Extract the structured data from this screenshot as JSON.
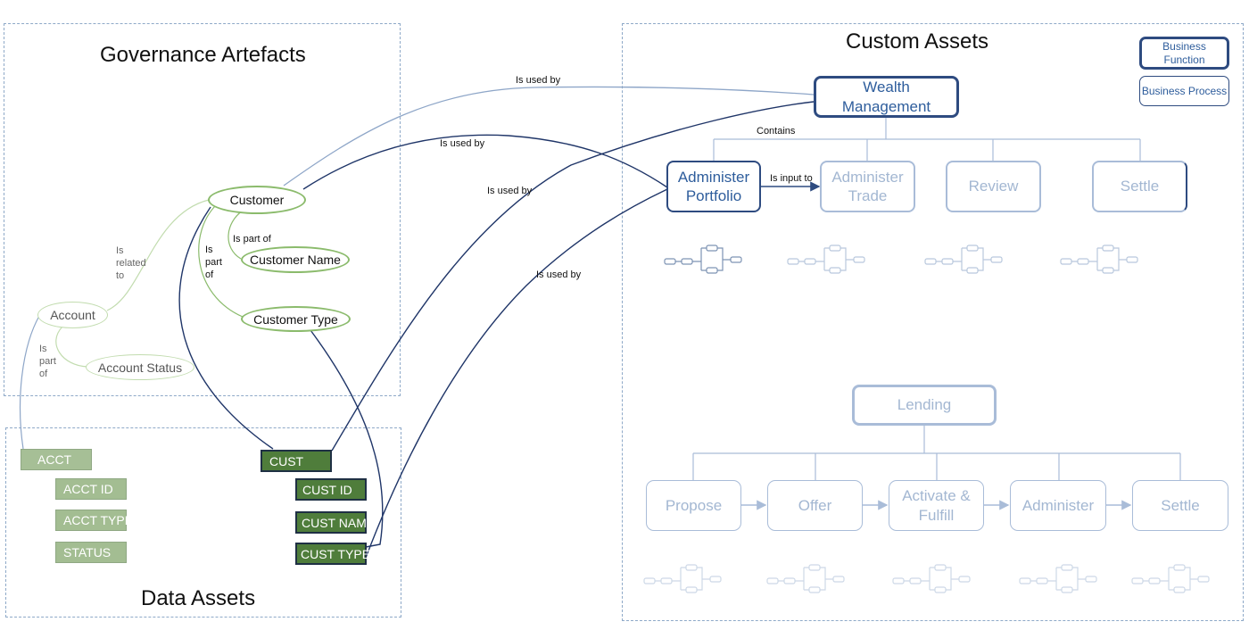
{
  "panels": {
    "governance_title": "Governance Artefacts",
    "data_assets_title": "Data Assets",
    "custom_assets_title": "Custom Assets"
  },
  "legend": {
    "business_function": "Business Function",
    "business_process": "Business Process"
  },
  "governance": {
    "customer": "Customer",
    "customer_name": "Customer Name",
    "customer_type": "Customer Type",
    "account": "Account",
    "account_status": "Account Status"
  },
  "data_assets": {
    "acct": "ACCT",
    "acct_id": "ACCT ID",
    "acct_type": "ACCT TYPE",
    "status": "STATUS",
    "cust": "CUST",
    "cust_id": "CUST ID",
    "cust_name": "CUST NAME",
    "cust_type": "CUST TYPE"
  },
  "custom_assets": {
    "wealth_management": "Wealth Management",
    "administer_portfolio": "Administer Portfolio",
    "administer_trade": "Administer Trade",
    "review": "Review",
    "settle_top": "Settle",
    "lending": "Lending",
    "propose": "Propose",
    "offer": "Offer",
    "activate_fulfill": "Activate & Fulfill",
    "administer": "Administer",
    "settle_bottom": "Settle"
  },
  "relations": {
    "is_used_by_1": "Is used by",
    "is_used_by_2": "Is used by",
    "is_used_by_3": "Is used by",
    "is_used_by_4": "Is used by",
    "contains": "Contains",
    "is_input_to": "Is input to",
    "is_part_of_top": "Is part of",
    "is_part_of_side": "Is part of",
    "is_related_to": "Is related to",
    "is_part_of_account": "Is part of"
  }
}
